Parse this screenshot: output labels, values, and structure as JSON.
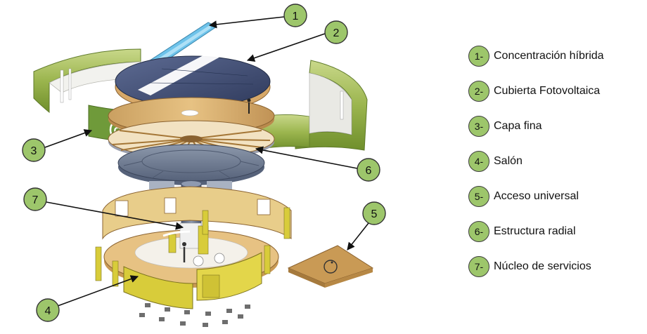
{
  "callouts": [
    {
      "number": "1"
    },
    {
      "number": "2"
    },
    {
      "number": "3"
    },
    {
      "number": "4"
    },
    {
      "number": "5"
    },
    {
      "number": "6"
    },
    {
      "number": "7"
    }
  ],
  "legend": [
    {
      "number": "1-",
      "label": "Concentración híbrida"
    },
    {
      "number": "2-",
      "label": "Cubierta Fotovoltaica"
    },
    {
      "number": "3-",
      "label": "Capa fina"
    },
    {
      "number": "4-",
      "label": "Salón"
    },
    {
      "number": "5-",
      "label": "Acceso universal"
    },
    {
      "number": "6-",
      "label": "Estructura radial"
    },
    {
      "number": "7-",
      "label": "Núcleo de servicios"
    }
  ],
  "logo_text": "GT",
  "colors": {
    "callout_fill": "#9dc66b",
    "wood": "#e0b36e",
    "yellow_panel": "#d8cc3a",
    "green_wall": "#8fb04a",
    "pv_dark": "#3e4a6e",
    "concentrator": "#6ec3ea",
    "steel": "#6f7d92"
  }
}
